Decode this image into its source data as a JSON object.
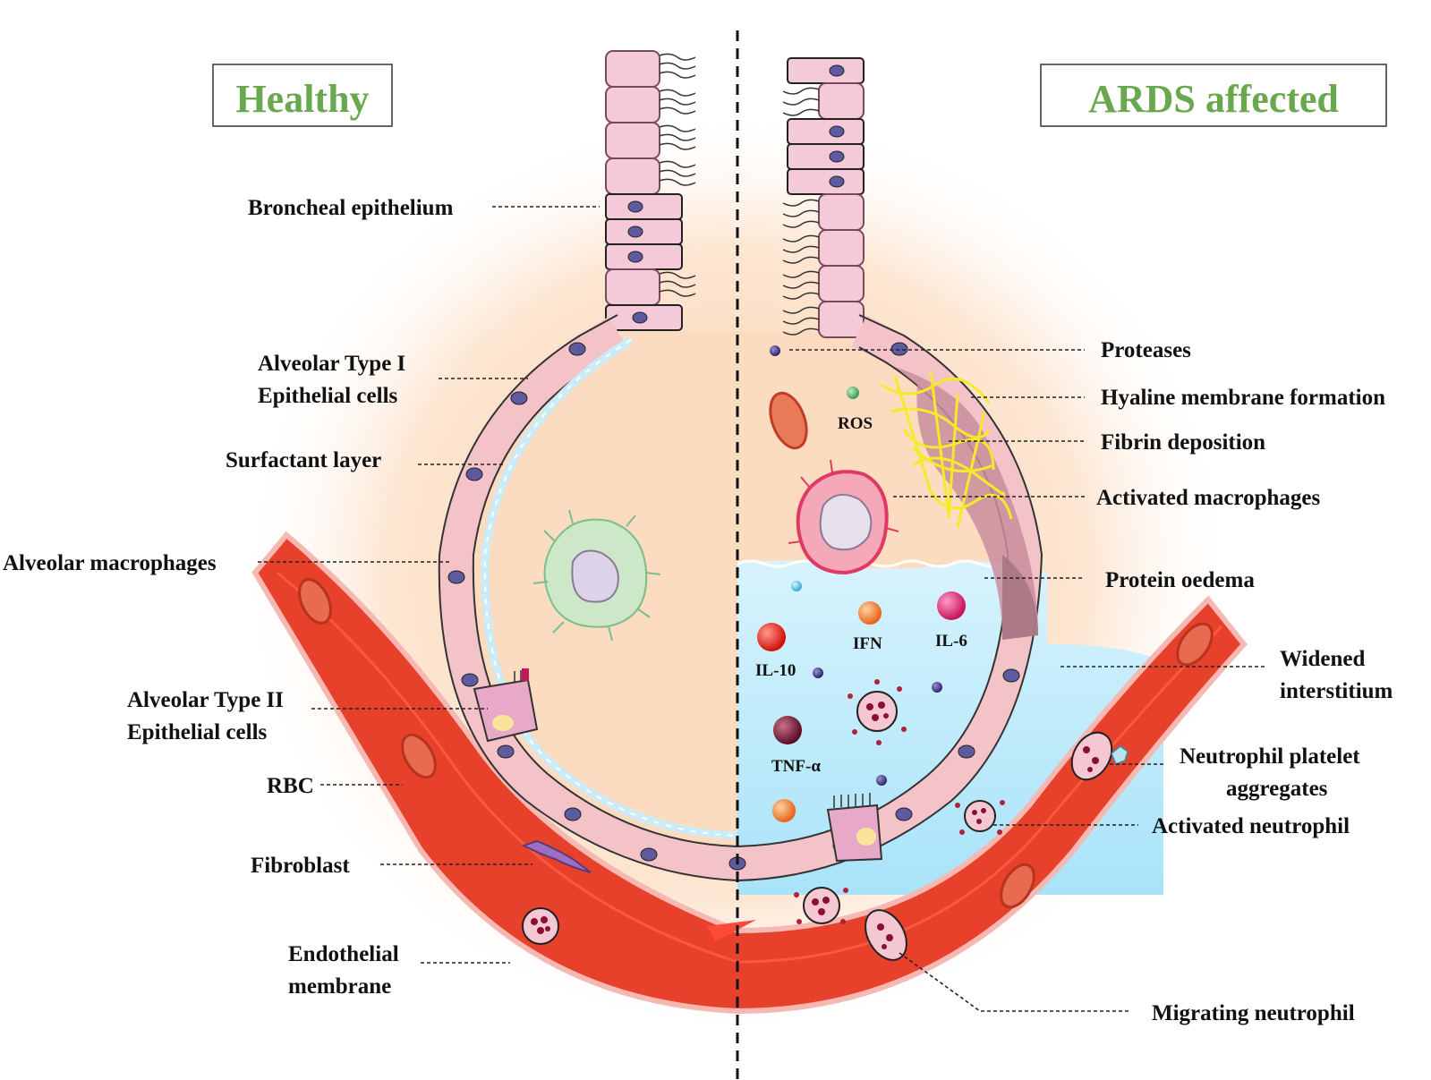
{
  "panels": {
    "healthy": "Healthy",
    "ards": "ARDS affected"
  },
  "colors": {
    "title_green": "#6aa84f",
    "vessel_red": "#e8412b",
    "alveolus_peach": "#fde3cc",
    "oedema_blue": "#b9e9fb",
    "cell_pink": "#f2c6cf"
  },
  "labels_left": {
    "bronchial_epithelium": "Broncheal epithelium",
    "type1_line1": "Alveolar Type I",
    "type1_line2": "Epithelial cells",
    "surfactant": "Surfactant layer",
    "alveolar_macrophages": "Alveolar macrophages",
    "type2_line1": "Alveolar Type II",
    "type2_line2": "Epithelial cells",
    "rbc": "RBC",
    "fibroblast": "Fibroblast",
    "endothelial_line1": "Endothelial",
    "endothelial_line2": "membrane"
  },
  "labels_right": {
    "proteases": "Proteases",
    "hyaline": "Hyaline membrane formation",
    "fibrin": "Fibrin deposition",
    "activated_macrophages": "Activated macrophages",
    "protein_oedema": "Protein oedema",
    "widened_line1": "Widened",
    "widened_line2": "interstitium",
    "npa_line1": "Neutrophil platelet",
    "npa_line2": "aggregates",
    "activated_neutrophil": "Activated neutrophil",
    "migrating_neutrophil": "Migrating neutrophil"
  },
  "molecules": {
    "ros": "ROS",
    "ifn": "IFN",
    "il6": "IL-6",
    "il10": "IL-10",
    "tnf": "TNF-α"
  }
}
